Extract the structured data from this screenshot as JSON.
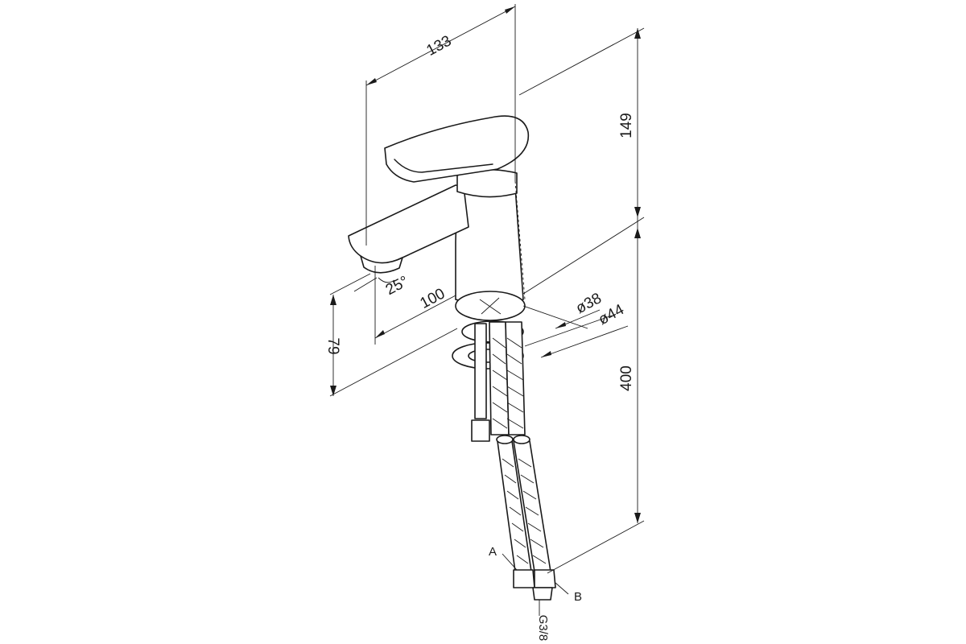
{
  "dimensions": {
    "width_overall": "133",
    "height_upper": "149",
    "spout_reach": "100",
    "spout_angle": "25°",
    "spout_height": "79",
    "hose_length": "400",
    "diameter_inner": "ø38",
    "diameter_outer": "ø44"
  },
  "labels": {
    "connection_a": "A",
    "connection_b": "B",
    "thread": "G3/8"
  },
  "colors": {
    "line": "#1a1a1a",
    "background": "#ffffff"
  }
}
